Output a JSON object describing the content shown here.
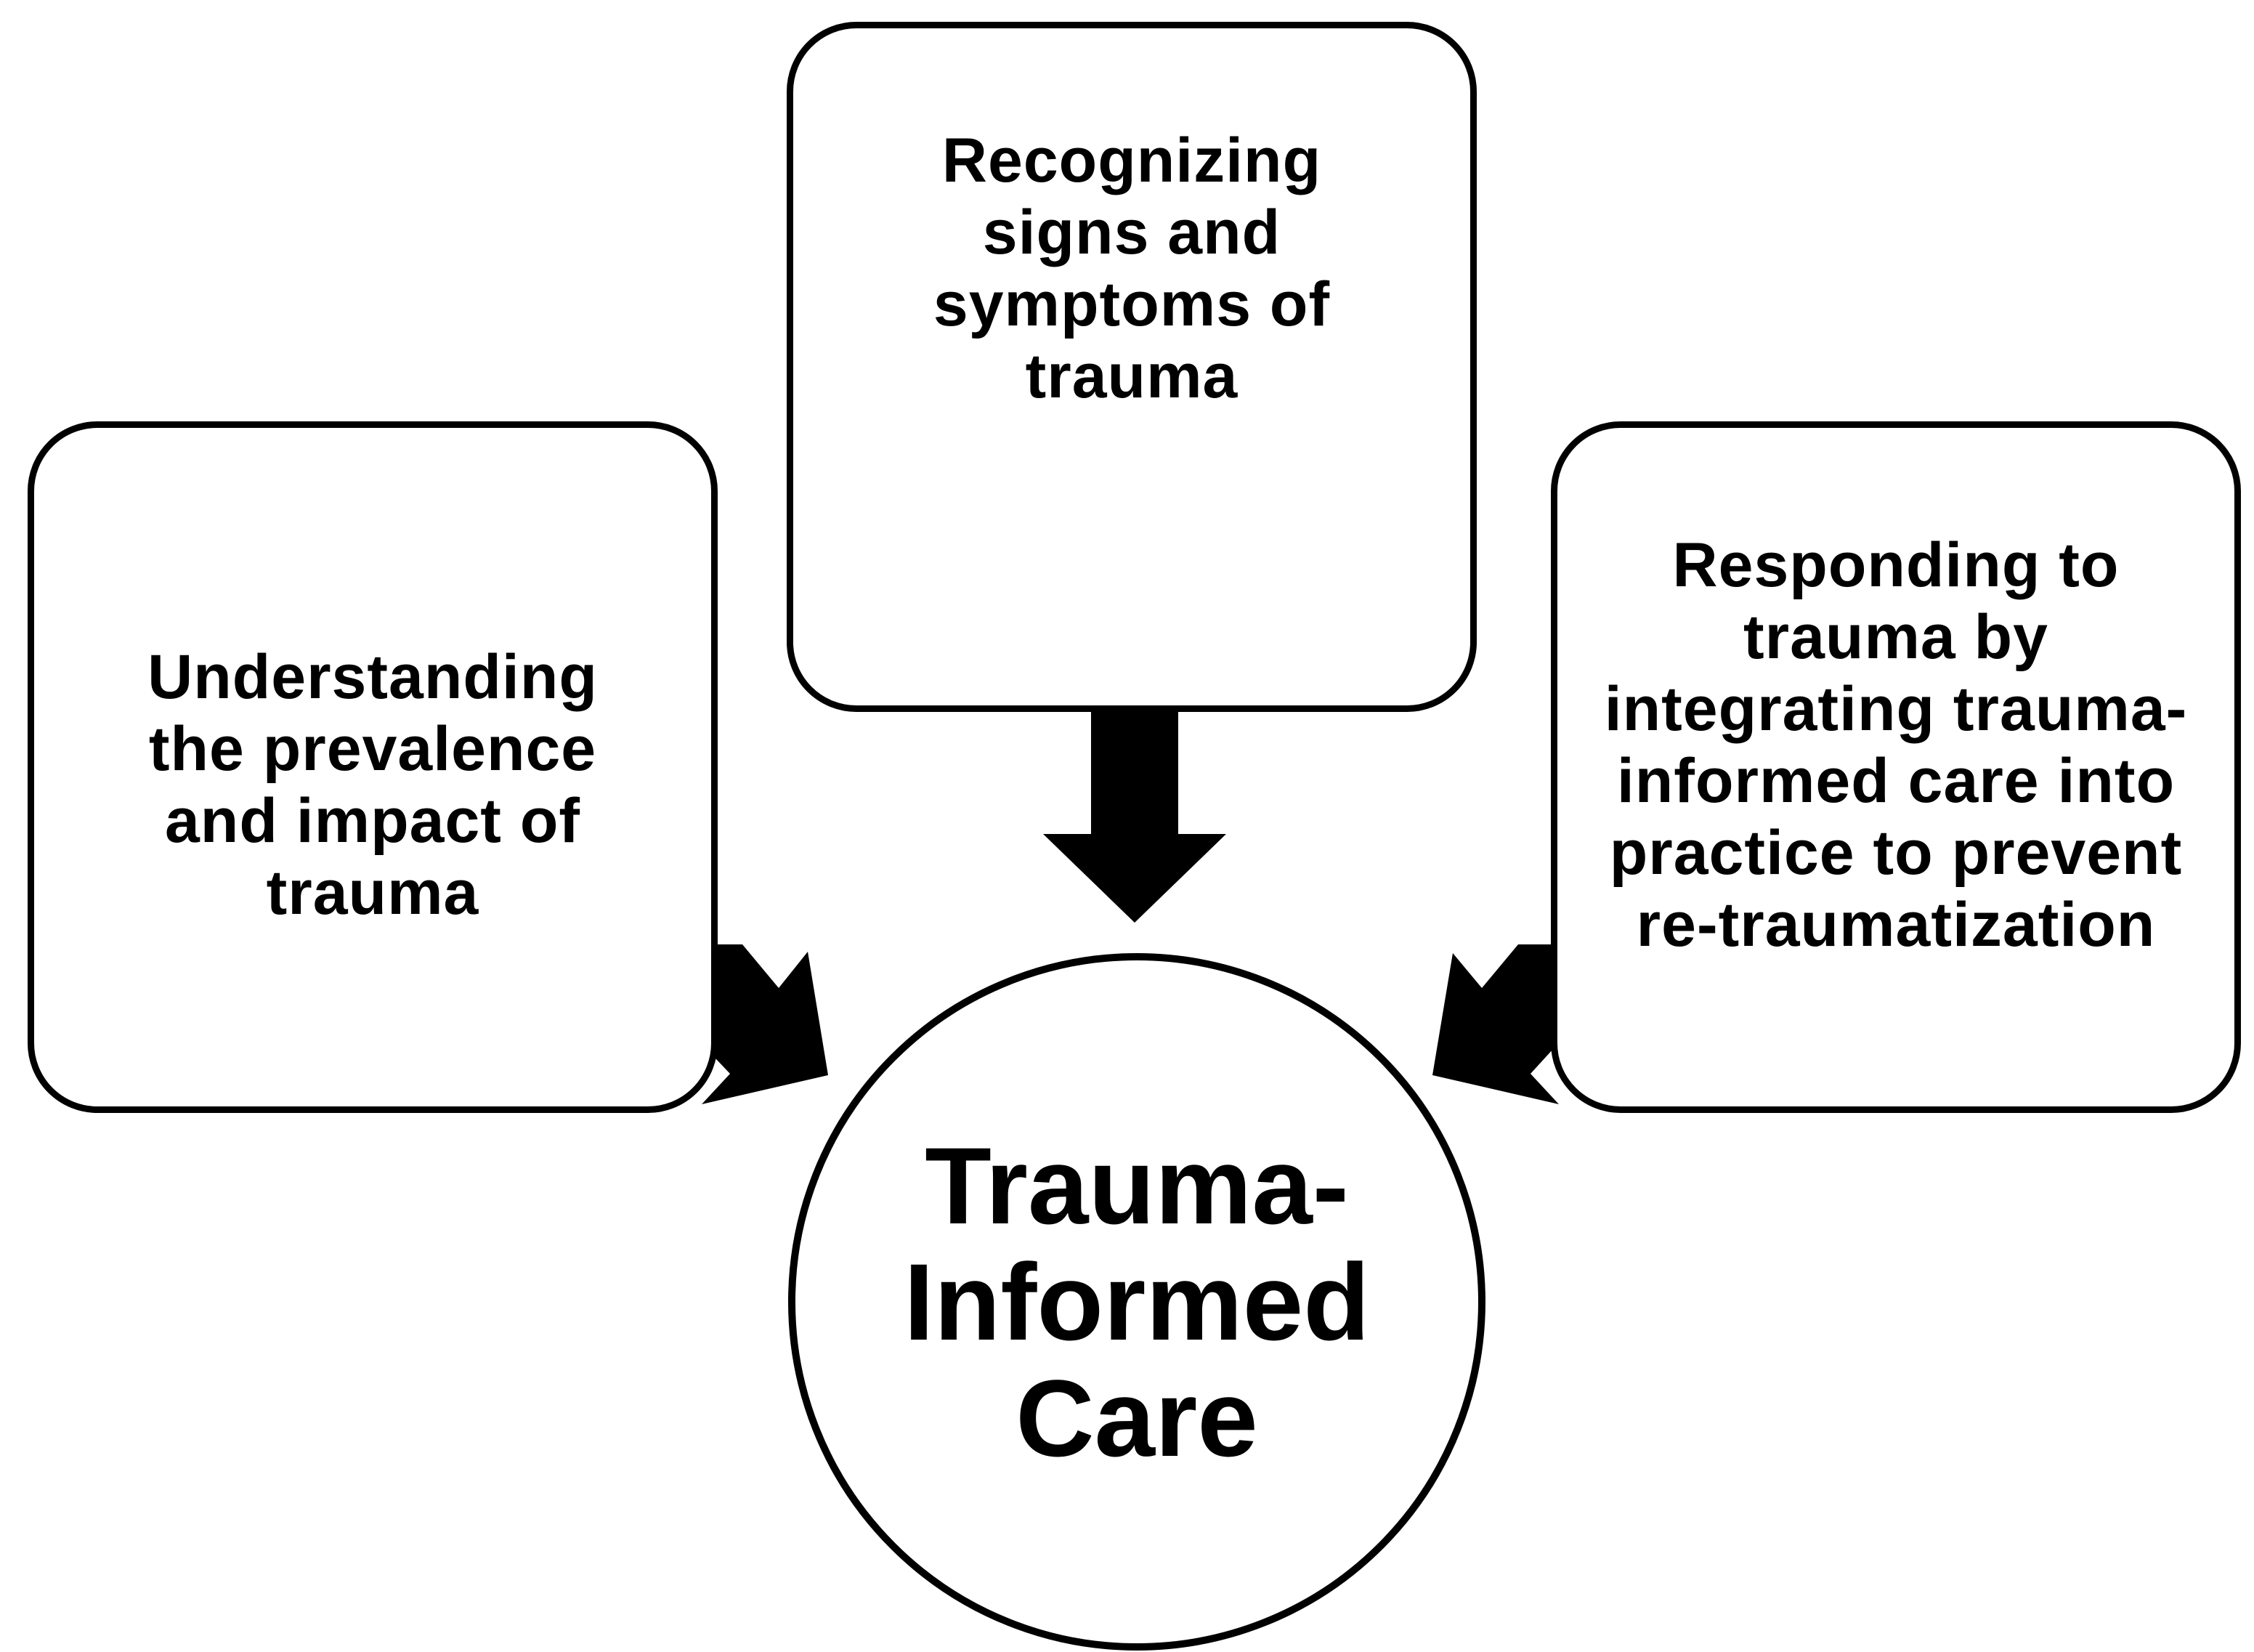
{
  "diagram": {
    "center": {
      "label": "Trauma-Informed Care"
    },
    "boxes": {
      "left": "Understanding the prevalence and impact of trauma",
      "top": "Recognizing signs and symptoms of trauma",
      "right": "Responding to trauma by integrating trauma-informed care into practice to prevent re-traumatization"
    },
    "colors": {
      "stroke": "#000000",
      "fill": "#ffffff"
    }
  }
}
